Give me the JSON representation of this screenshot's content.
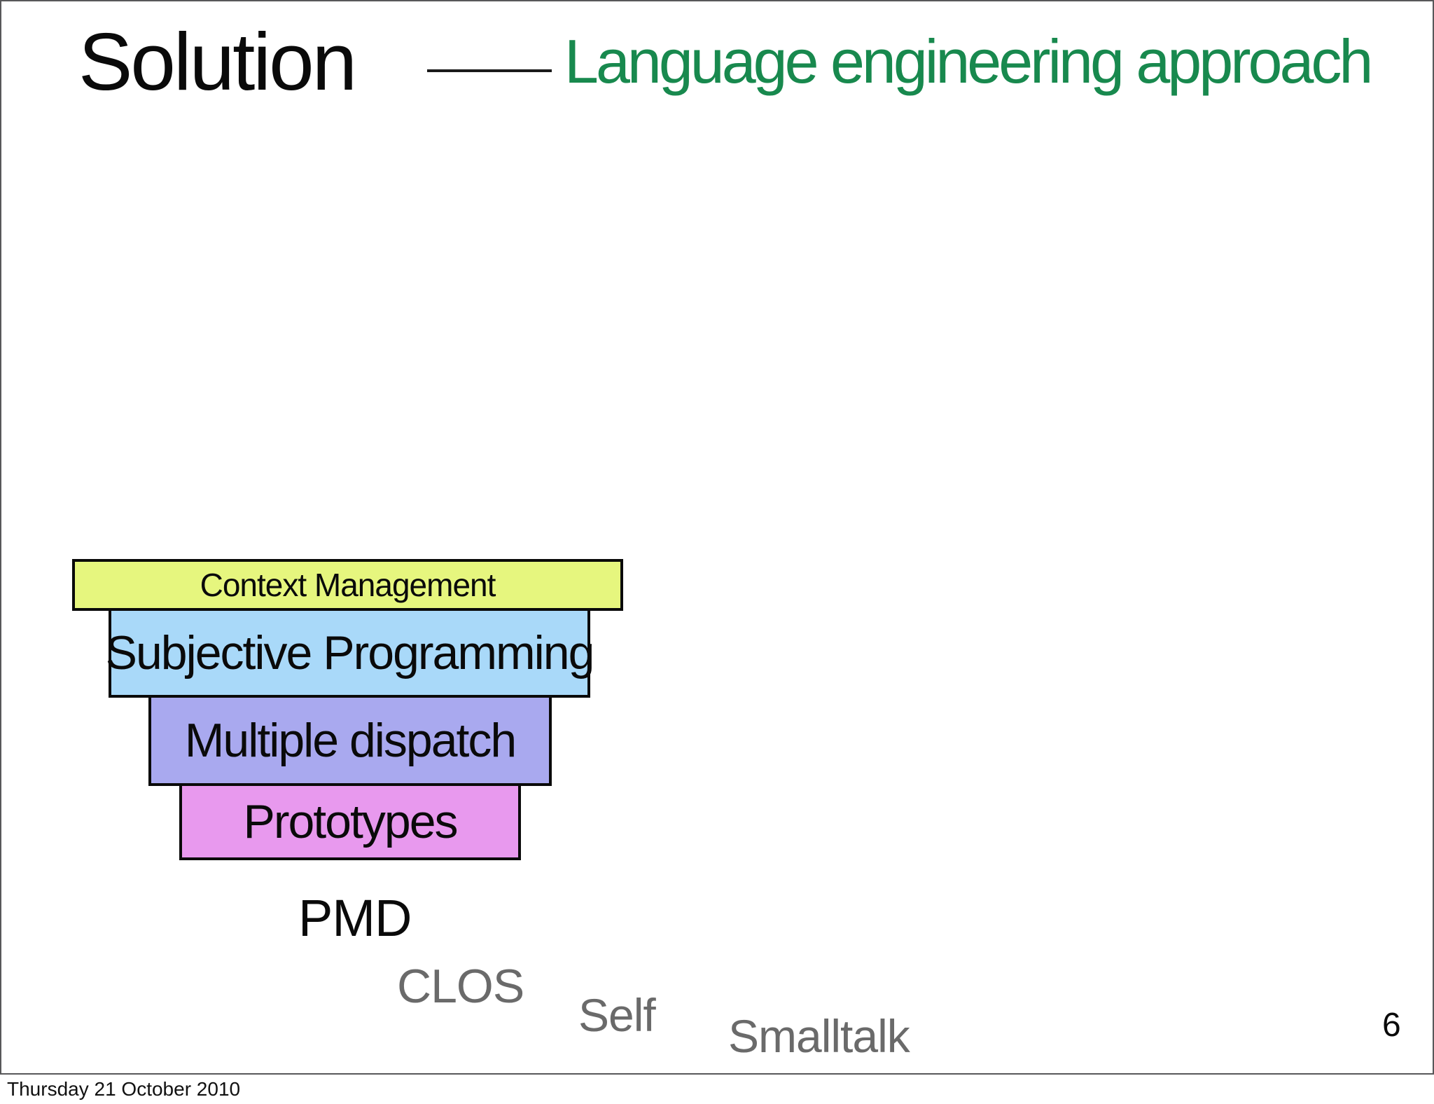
{
  "slide": {
    "title": "Solution",
    "subtitle": "Language engineering approach",
    "page_number": "6",
    "footer_date": "Thursday 21 October 2010"
  },
  "stack": {
    "items": [
      {
        "label": "Context Management",
        "color": "#e6f67e"
      },
      {
        "label": "Subjective Programming",
        "color": "#a9d9f9"
      },
      {
        "label": "Multiple dispatch",
        "color": "#a9a9ef"
      },
      {
        "label": "Prototypes",
        "color": "#e899ee"
      }
    ]
  },
  "languages": {
    "items": [
      {
        "name": "PMD",
        "color": "#0a0a0a"
      },
      {
        "name": "CLOS",
        "color": "#6a6a6a"
      },
      {
        "name": "Self",
        "color": "#6a6a6a"
      },
      {
        "name": "Smalltalk",
        "color": "#6a6a6a"
      }
    ]
  },
  "colors": {
    "subtitle_green": "#18894e",
    "slide_border_gray": "#58585a",
    "box_border_black": "#0a0a0a"
  }
}
